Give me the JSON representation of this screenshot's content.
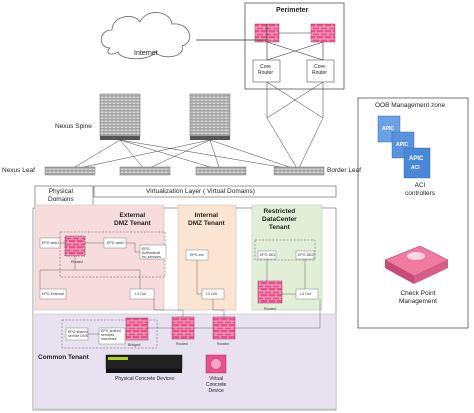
{
  "labels": {
    "internet": "Internet",
    "perimeter": "Perimeter",
    "core_router": "Core\nRouter",
    "nexus_spine": "Nexus Spine",
    "nexus_leaf": "Nexus Leaf",
    "border_leaf": "Border Leaf",
    "physical_domains": "Physical\nDomains",
    "virtualization_layer": "Virtualization Layer ( Virtual Domains)",
    "external_dmz": "External\nDMZ Tenant",
    "internal_dmz": "Internal\nDMZ Tenant",
    "restricted_dc": "Restricted\nDataCenter\nTenant",
    "common_tenant": "Common Tenant",
    "oob_zone": "OOB Management zone",
    "aci_controllers": "ACI\ncontrollers",
    "check_point": "Check Point\nManagement",
    "physical_devices": "Physical Concrete Devices",
    "virtual_device": "Virtual\nConcrete\nDevice"
  },
  "small_labels": {
    "epg_web1": "EPG web1",
    "epg_web2": "EPG web2",
    "epg_auth": "EPG\nAuthenticat\nes_services",
    "epg_external": "EPG External",
    "epg_xxx": "EPG.xxx",
    "epg_db1": "EPG DB1",
    "epg_db2": "EPG DB2",
    "epg_shared_dns": "EPG shared\nservice DNS",
    "epg_shared_machines": "EPG shared\nservices\nmachines",
    "routed": "Routed",
    "bridged": "Bridged",
    "l3out": "L3 Out",
    "apic": "APIC",
    "aci": "ACI"
  },
  "colors": {
    "firewall_red": "#e8508a",
    "firewall_mortar": "#f7c9d9",
    "external_dmz_bg": "#f6dcdc",
    "internal_dmz_bg": "#fbe4d2",
    "restricted_bg": "#e1efd8",
    "common_bg": "#e8e1ef",
    "apic_blue": "#4a87d8"
  }
}
